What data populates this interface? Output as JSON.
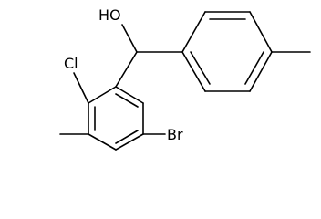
{
  "molecule": {
    "labels": {
      "hydroxyl": "HO",
      "chloro": "Cl",
      "bromo": "Br"
    },
    "colors": {
      "bond": "#000000",
      "text": "#000000",
      "background": "#ffffff"
    }
  }
}
